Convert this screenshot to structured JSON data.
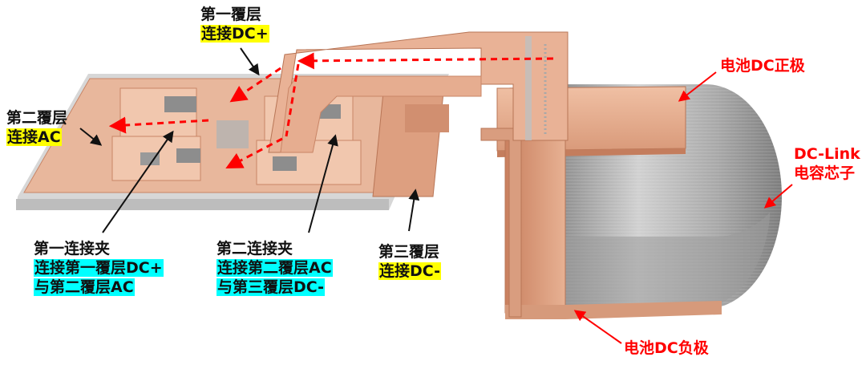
{
  "labels": {
    "layer1": {
      "title": "第一覆层",
      "note": "连接DC+"
    },
    "layer2": {
      "title": "第二覆层",
      "note": "连接AC"
    },
    "layer3": {
      "title": "第三覆层",
      "note": "连接DC-"
    },
    "clip1": {
      "title": "第一连接夹",
      "note1": "连接第一覆层DC+",
      "note2": "与第二覆层AC"
    },
    "clip2": {
      "title": "第二连接夹",
      "note1": "连接第二覆层AC",
      "note2": "与第三覆层DC-"
    },
    "battery_pos": "电池DC正极",
    "battery_neg": "电池DC负极",
    "dclink": {
      "line1": "DC-Link",
      "line2": "电容芯子"
    }
  },
  "colors": {
    "copper": "#e3a98a",
    "copper_dark": "#c98566",
    "ceramic": "#d9d9d9",
    "steel": "#b5b5b5",
    "arrow_red": "#ff0000",
    "highlight_yellow": "#ffff00",
    "highlight_cyan": "#00ffff"
  }
}
